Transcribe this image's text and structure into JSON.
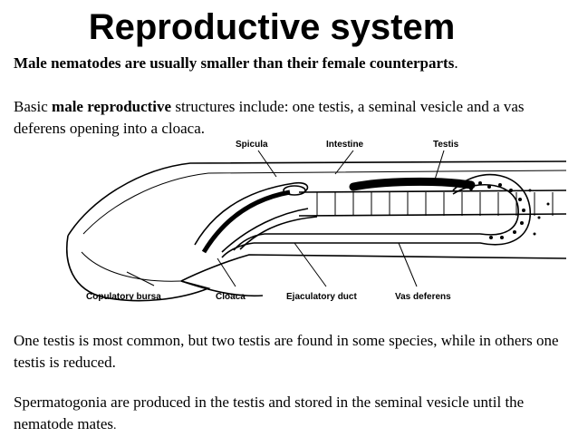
{
  "slide": {
    "title": "Reproductive system",
    "para1": {
      "text": "Male nematodes are usually smaller than their female counterparts",
      "end": "."
    },
    "para2": {
      "part1": "Basic ",
      "bold": "male reproductive",
      "part2": " structures include: one testis, a seminal vesicle and a vas deferens opening into a cloaca."
    },
    "para3": "One testis is most common, but two testis are found in some species, while in others one testis is reduced.",
    "para4": {
      "text": "Spermatogonia are produced in the testis and stored in the seminal vesicle until the nematode mates",
      "end": "."
    }
  },
  "diagram": {
    "labels": {
      "spicula": "Spicula",
      "intestine": "Intestine",
      "testis": "Testis",
      "copulatory_bursa": "Copulatory bursa",
      "cloaca": "Cloaca",
      "ejaculatory_duct": "Ejaculatory duct",
      "vas_deferens": "Vas deferens"
    }
  }
}
